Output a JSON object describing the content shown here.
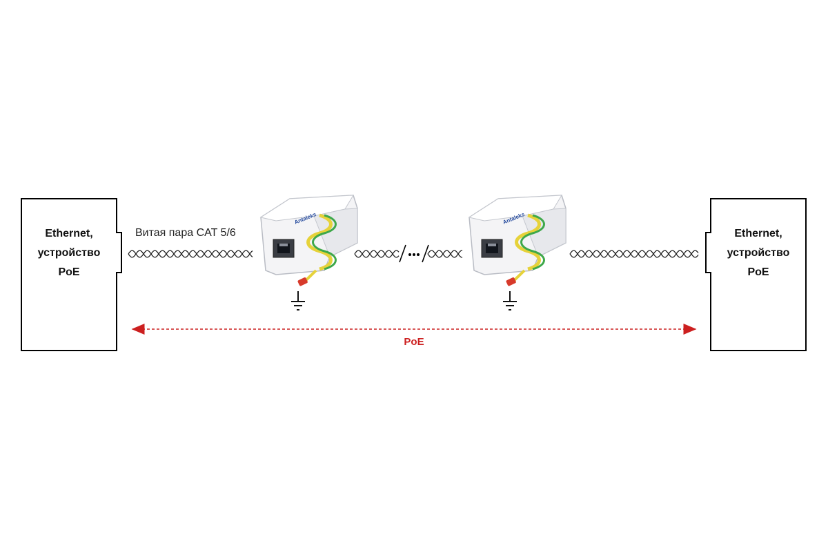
{
  "devices": {
    "left": {
      "line1": "Ethernet,",
      "line2": "устройство",
      "line3": "PoE"
    },
    "right": {
      "line1": "Ethernet,",
      "line2": "устройство",
      "line3": "PoE"
    }
  },
  "cable": {
    "caption": "Витая пара CAT 5/6"
  },
  "protector_brand": "Antaleks",
  "poe_span": {
    "label": "PoE",
    "color": "#cc1f1f"
  },
  "colors": {
    "wire_yellow": "#e6d23a",
    "wire_green": "#3ea84a",
    "device_body": "#f4f4f6",
    "brand_blue": "#2a4fa0"
  },
  "icons": [
    "ground-icon",
    "rj45-port-icon",
    "twisted-pair-icon"
  ]
}
